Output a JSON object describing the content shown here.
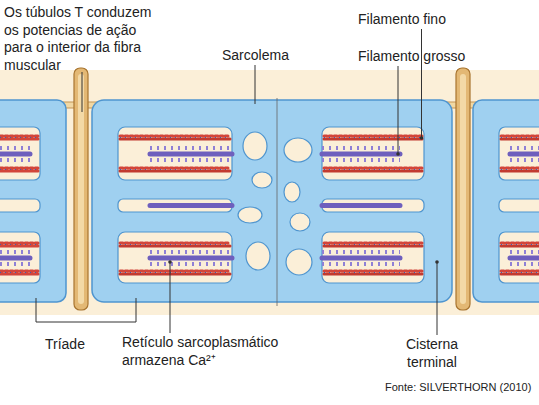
{
  "diagram": {
    "labels": [
      "Os túbulos T conduzem os potencias de ação para o interior da fibra muscular",
      "Sarcolema",
      "Filamento fino",
      "Filamento grosso",
      "Tríade",
      "Retículo sarcoplasmático armazena Ca²⁺",
      "Cisterna terminal",
      "Fonte: SILVERTHORN (2010)"
    ]
  }
}
